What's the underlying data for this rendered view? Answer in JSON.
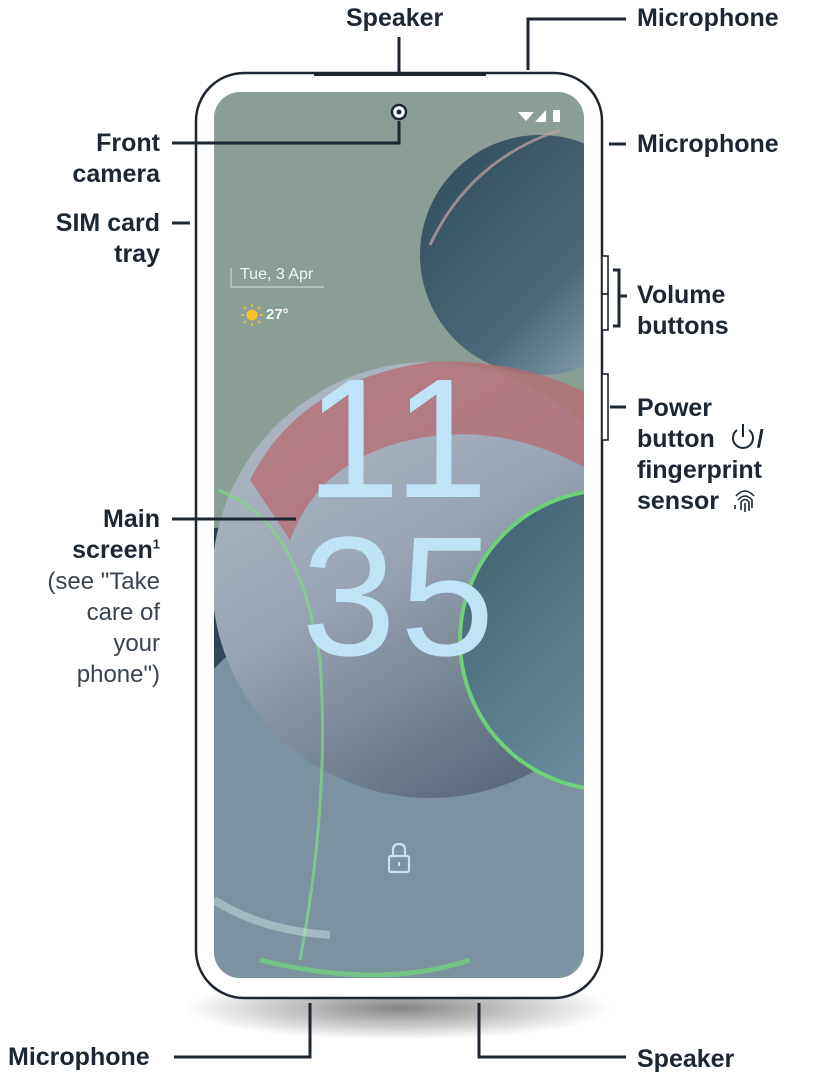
{
  "labels": {
    "speaker_top": "Speaker",
    "microphone_top": "Microphone",
    "microphone_side": "Microphone",
    "front_camera": [
      "Front",
      "camera"
    ],
    "sim_tray": [
      "SIM card",
      "tray"
    ],
    "volume": [
      "Volume",
      "buttons"
    ],
    "power": [
      "Power",
      "button",
      "/",
      "fingerprint",
      "sensor"
    ],
    "main_screen": [
      "Main",
      "screen"
    ],
    "main_screen_sup": "1",
    "main_screen_note": [
      "(see \"Take",
      "care of",
      "your",
      "phone\")"
    ],
    "microphone_bottom": "Microphone",
    "speaker_bottom": "Speaker"
  },
  "lock_screen": {
    "date": "Tue, 3 Apr",
    "temperature": "27°",
    "hour": "11",
    "minute": "35"
  },
  "icons": [
    "power-icon",
    "fingerprint-icon",
    "lock-icon",
    "wifi-icon",
    "signal-icon",
    "battery-icon",
    "sun-icon"
  ],
  "colors": {
    "line": "#1d2733",
    "clock": "#bfe3f7",
    "wallpaper_base": "#8a9e95"
  }
}
